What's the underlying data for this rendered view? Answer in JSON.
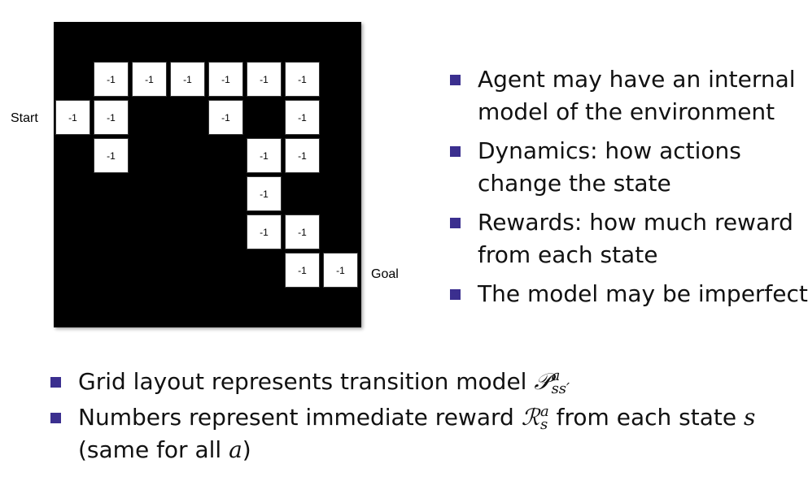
{
  "grid": {
    "start_label": "Start",
    "goal_label": "Goal",
    "cells": [
      {
        "row": 1,
        "col": 1,
        "value": "-1"
      },
      {
        "row": 1,
        "col": 2,
        "value": "-1"
      },
      {
        "row": 1,
        "col": 3,
        "value": "-1"
      },
      {
        "row": 1,
        "col": 4,
        "value": "-1"
      },
      {
        "row": 1,
        "col": 5,
        "value": "-1"
      },
      {
        "row": 1,
        "col": 6,
        "value": "-1"
      },
      {
        "row": 2,
        "col": 0,
        "value": "-1"
      },
      {
        "row": 2,
        "col": 1,
        "value": "-1"
      },
      {
        "row": 2,
        "col": 4,
        "value": "-1"
      },
      {
        "row": 2,
        "col": 6,
        "value": "-1"
      },
      {
        "row": 3,
        "col": 1,
        "value": "-1"
      },
      {
        "row": 3,
        "col": 5,
        "value": "-1"
      },
      {
        "row": 3,
        "col": 6,
        "value": "-1"
      },
      {
        "row": 4,
        "col": 5,
        "value": "-1"
      },
      {
        "row": 5,
        "col": 5,
        "value": "-1"
      },
      {
        "row": 5,
        "col": 6,
        "value": "-1"
      },
      {
        "row": 6,
        "col": 6,
        "value": "-1"
      },
      {
        "row": 6,
        "col": 7,
        "value": "-1"
      }
    ]
  },
  "right_bullets": [
    {
      "line1": "Agent may have an internal",
      "line2": "model of the environment"
    },
    {
      "line1": "Dynamics:  how actions",
      "line2": "change the state"
    },
    {
      "line1": "Rewards:  how much reward",
      "line2": "from each state"
    },
    {
      "line1": "The model may be imperfect",
      "line2": ""
    }
  ],
  "bottom_bullets": {
    "b1_text": "Grid layout represents transition model ",
    "b1_sym": "𝒫",
    "b1_sup": "a",
    "b1_sub": "ss′",
    "b2_text_a": "Numbers represent immediate reward ",
    "b2_sym": "ℛ",
    "b2_sup": "a",
    "b2_sub": "s",
    "b2_text_b": " from each state ",
    "b2_var": "s",
    "b2_line2_a": "(same for all ",
    "b2_line2_var": "a",
    "b2_line2_b": ")"
  },
  "colors": {
    "bullet": "#3b2f8f",
    "grid_bg": "#000000",
    "cell_bg": "#ffffff"
  }
}
